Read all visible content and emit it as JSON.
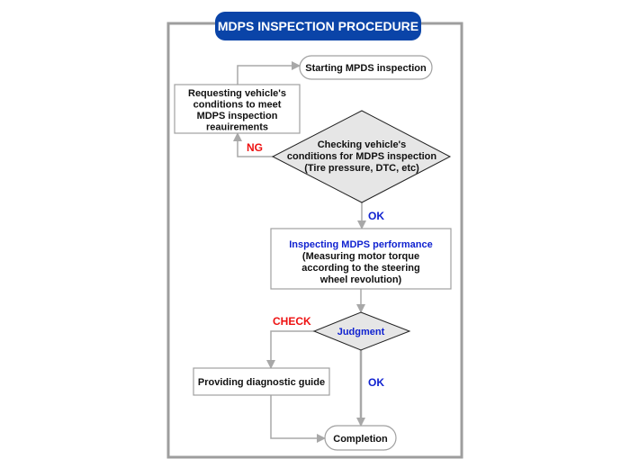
{
  "title": "MDPS INSPECTION PROCEDURE",
  "colors": {
    "title_bg": "#0a44a8",
    "title_text": "#ffffff",
    "frame": "#9e9e9e",
    "connector": "#a8a8a8",
    "node_border": "#a0a0a0",
    "diamond_fill": "#e6e6e6",
    "diamond_border": "#222222",
    "ng_check": "#ee1111",
    "ok_blue": "#1022d0",
    "text": "#111111"
  },
  "nodes": {
    "start": {
      "type": "terminal",
      "lines": [
        "Starting MPDS inspection"
      ]
    },
    "request": {
      "type": "process",
      "lines": [
        "Requesting vehicle's",
        "conditions to meet",
        "MDPS inspection",
        "reauirements"
      ]
    },
    "check_conditions": {
      "type": "decision",
      "lines": [
        "Checking vehicle's",
        "conditions for MDPS inspection",
        "(Tire pressure, DTC, etc)"
      ]
    },
    "inspect": {
      "type": "process",
      "heading": "Inspecting MDPS performance",
      "lines": [
        "(Measuring motor torque",
        "according to the steering",
        "wheel revolution)"
      ]
    },
    "judgment": {
      "type": "decision",
      "lines": [
        "Judgment"
      ]
    },
    "diagnostic": {
      "type": "process",
      "lines": [
        "Providing diagnostic guide"
      ]
    },
    "completion": {
      "type": "terminal",
      "lines": [
        "Completion"
      ]
    }
  },
  "edges": [
    {
      "from": "request",
      "to": "start",
      "label": ""
    },
    {
      "from": "check_conditions",
      "to": "request",
      "label": "NG"
    },
    {
      "from": "check_conditions",
      "to": "inspect",
      "label": "OK"
    },
    {
      "from": "inspect",
      "to": "judgment",
      "label": ""
    },
    {
      "from": "judgment",
      "to": "diagnostic",
      "label": "CHECK"
    },
    {
      "from": "judgment",
      "to": "completion",
      "label": "OK"
    },
    {
      "from": "diagnostic",
      "to": "completion",
      "label": ""
    }
  ]
}
